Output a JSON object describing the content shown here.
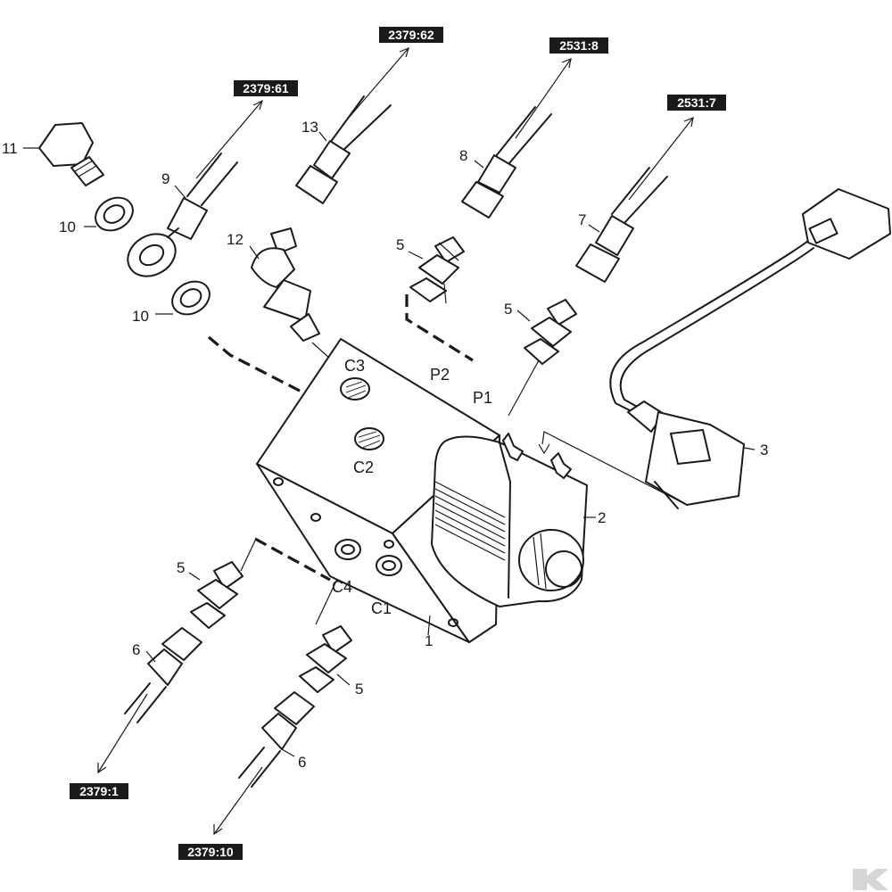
{
  "references": [
    {
      "id": "ref-2379-62",
      "label": "2379:62"
    },
    {
      "id": "ref-2531-8",
      "label": "2531:8"
    },
    {
      "id": "ref-2379-61",
      "label": "2379:61"
    },
    {
      "id": "ref-2531-7",
      "label": "2531:7"
    },
    {
      "id": "ref-2379-1",
      "label": "2379:1"
    },
    {
      "id": "ref-2379-10",
      "label": "2379:10"
    }
  ],
  "callouts": {
    "c1": "1",
    "c2": "2",
    "c3": "3",
    "c5a": "5",
    "c5b": "5",
    "c5c": "5",
    "c5d": "5",
    "c6a": "6",
    "c6b": "6",
    "c7": "7",
    "c8": "8",
    "c9": "9",
    "c10a": "10",
    "c10b": "10",
    "c11": "11",
    "c12": "12",
    "c13": "13"
  },
  "ports": {
    "p1": "P1",
    "p2": "P2",
    "c1": "C1",
    "c2": "C2",
    "c3": "C3",
    "c4": "C4"
  }
}
